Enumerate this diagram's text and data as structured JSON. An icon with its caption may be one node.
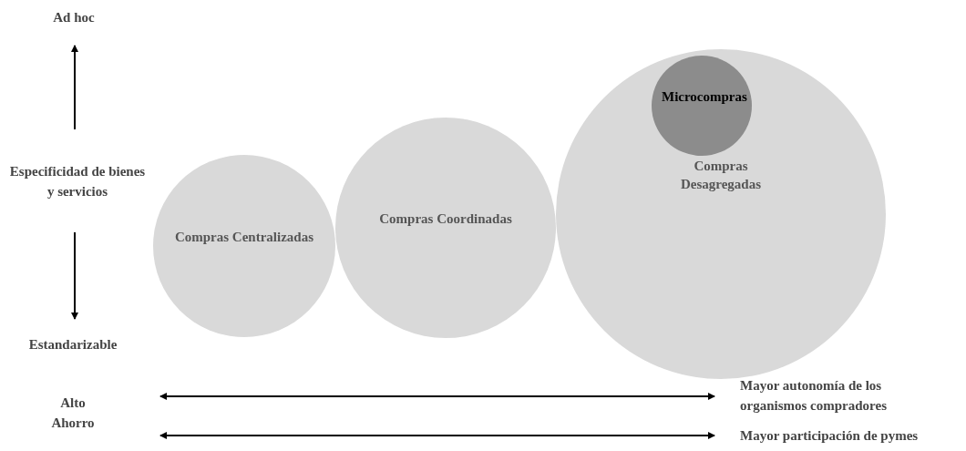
{
  "diagram": {
    "nodes": [
      {
        "text": [
          "Compras Centralizadas"
        ]
      },
      {
        "text": [
          "Compras Coordinadas"
        ]
      },
      {
        "text": [
          "Compras Desagregadas"
        ]
      },
      {
        "text": [
          "Microcompras"
        ],
        "in": 2
      }
    ],
    "labels": [
      "Ad hoc",
      "Especificidad de bienes y servicios",
      "Estandarizable",
      "Alto Ahorro",
      "Mayor autonomía de los organismos compradores",
      "Mayor participación de pymes"
    ]
  }
}
